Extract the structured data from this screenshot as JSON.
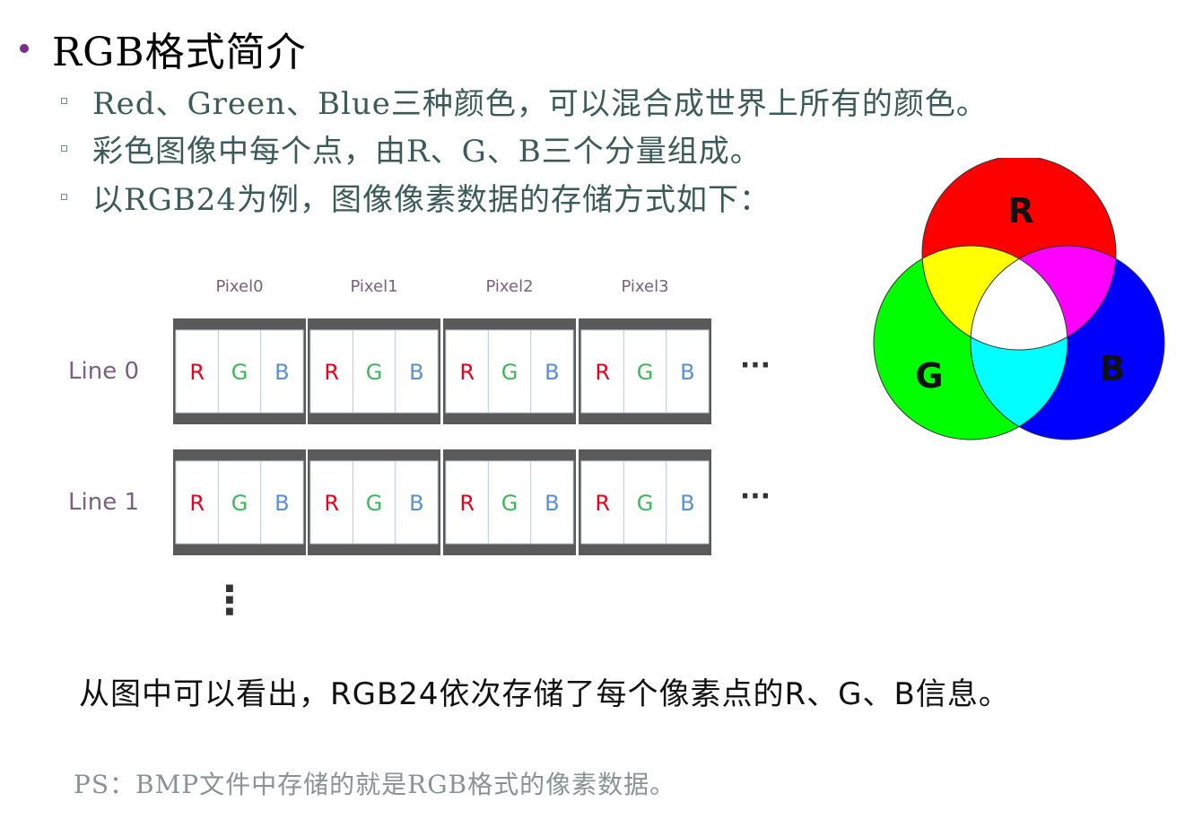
{
  "title": "RGB格式简介",
  "bullets": [
    "Red、Green、Blue三种颜色，可以混合成世界上所有的颜色。",
    "彩色图像中每个点，由R、G、B三个分量组成。",
    "以RGB24为例，图像像素数据的存储方式如下："
  ],
  "diagram": {
    "pixel_labels": [
      "Pixel0",
      "Pixel1",
      "Pixel2",
      "Pixel3"
    ],
    "line_labels": [
      "Line 0",
      "Line 1"
    ],
    "channels": [
      "R",
      "G",
      "B"
    ],
    "ellipsis_h": "···",
    "ellipsis_v": "⋮"
  },
  "venn": {
    "labels": [
      "R",
      "G",
      "B"
    ]
  },
  "conclusion": "从图中可以看出，RGB24依次存储了每个像素点的R、G、B信息。",
  "ps_note": "PS：BMP文件中存储的就是RGB格式的像素数据。",
  "colors": {
    "title_bullet": "#7b2d8e",
    "channel_r": "#e8001c",
    "channel_g": "#3cb85a",
    "channel_b": "#5b8fd6",
    "label_text": "#7b6080",
    "frame": "#5a5a5a",
    "venn_red": "#ff0000",
    "venn_green": "#00ff00",
    "venn_blue": "#0000ff"
  }
}
